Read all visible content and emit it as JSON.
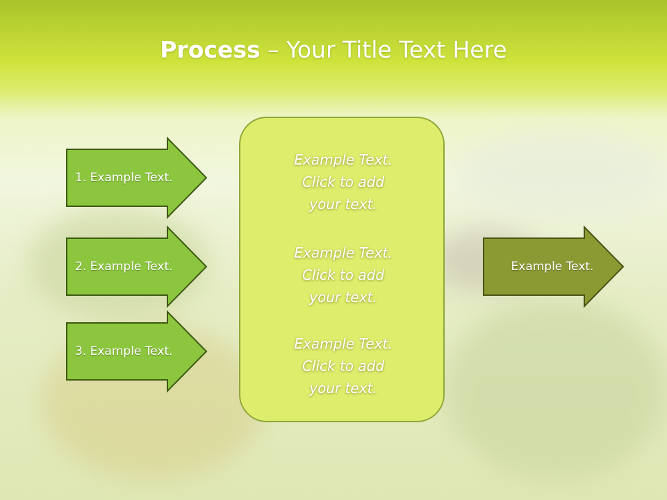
{
  "title": {
    "bold": "Process",
    "rest": " – Your Title Text Here"
  },
  "left_arrows": [
    {
      "label": "1. Example Text."
    },
    {
      "label": "2. Example Text."
    },
    {
      "label": "3. Example Text."
    }
  ],
  "center_box": {
    "items": [
      {
        "line1": "Example Text.",
        "line2": "Click  to add",
        "line3": "your text."
      },
      {
        "line1": "Example Text.",
        "line2": "Click  to add",
        "line3": "your text."
      },
      {
        "line1": "Example Text.",
        "line2": "Click  to add",
        "line3": "your text."
      }
    ]
  },
  "right_arrow": {
    "label": "Example Text."
  },
  "colors": {
    "left_arrow_fill": "#8cc63f",
    "left_arrow_stroke": "#3d5a12",
    "right_arrow_fill": "#8c9a34",
    "right_arrow_stroke": "#4a5212",
    "center_fill": "#dfed6c",
    "header_green": "#c6dd35"
  }
}
